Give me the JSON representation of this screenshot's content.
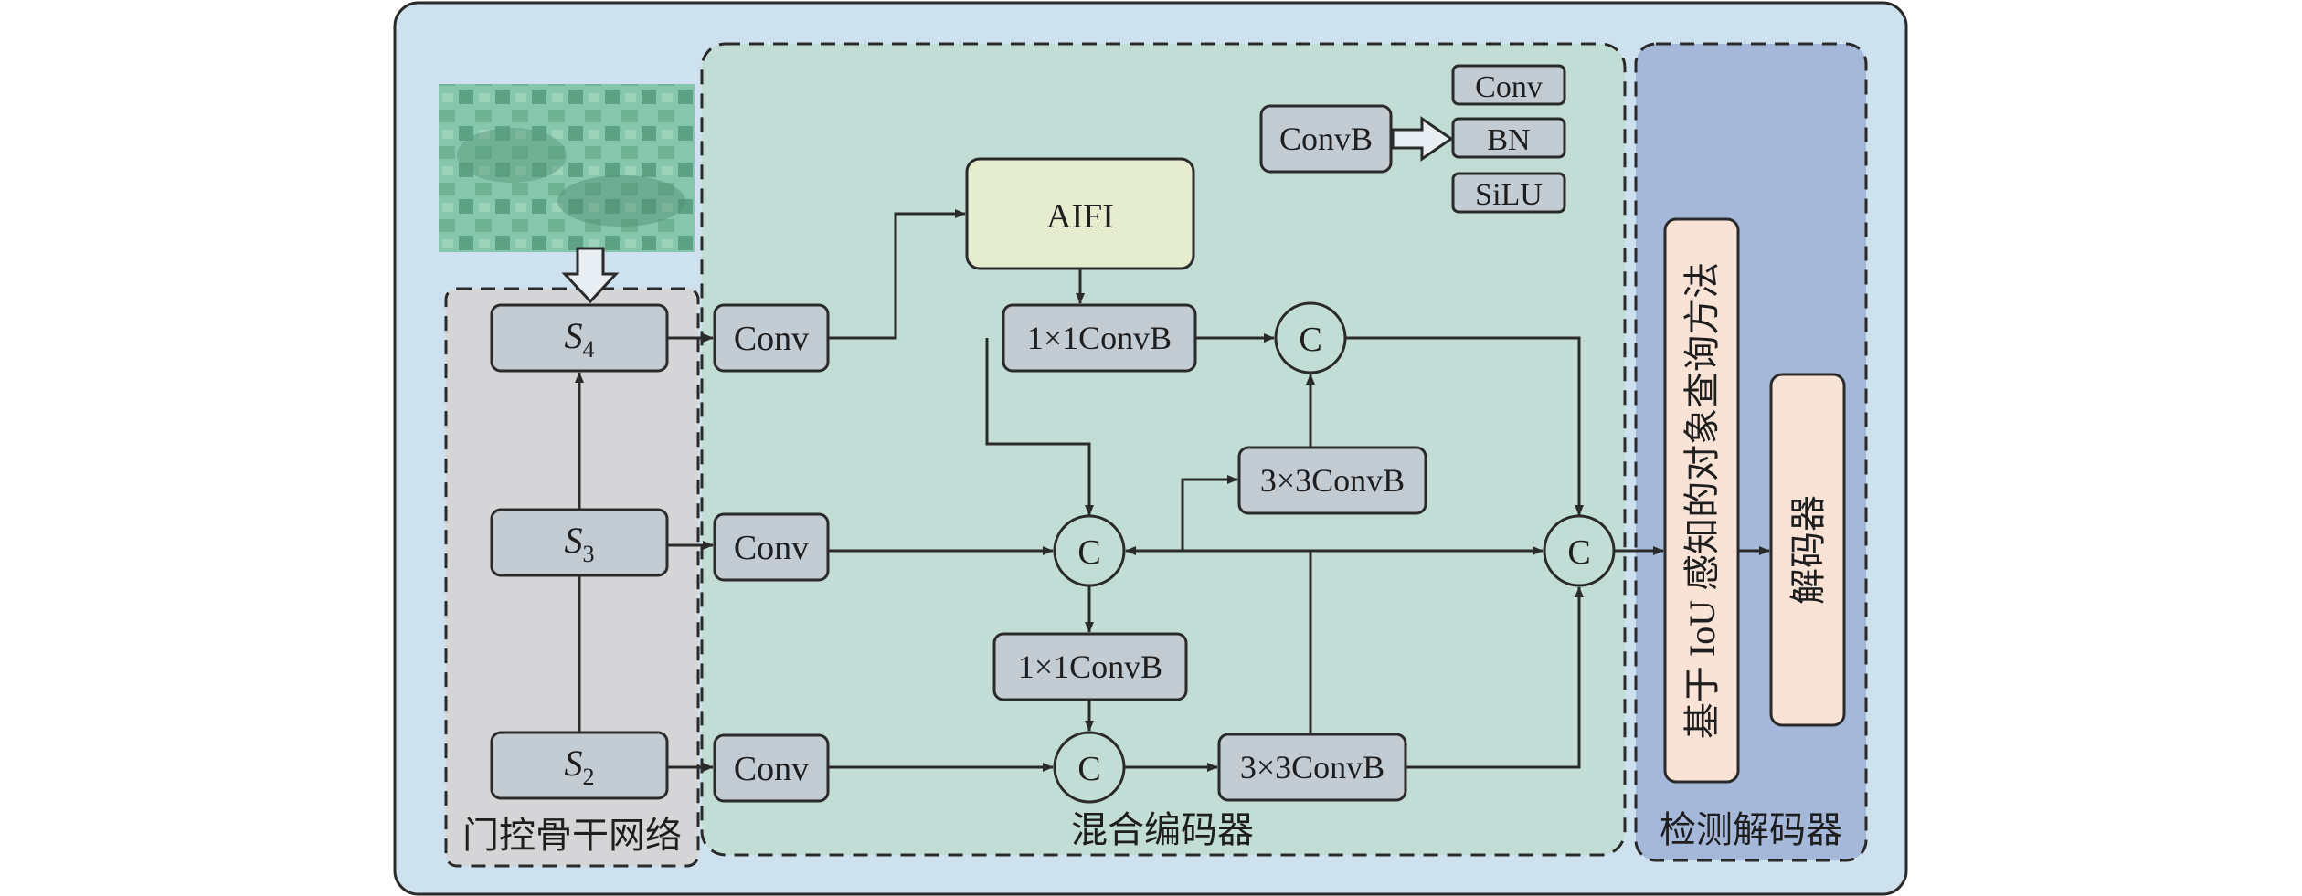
{
  "backbone": {
    "title": "门控骨干网络",
    "stages": [
      {
        "base": "S",
        "sub": "4"
      },
      {
        "base": "S",
        "sub": "3"
      },
      {
        "base": "S",
        "sub": "2"
      }
    ]
  },
  "encoder": {
    "title": "混合编码器",
    "conv_label": "Conv",
    "aifi_label": "AIFI",
    "conv1x1_label": "1×1ConvB",
    "conv3x3_label": "3×3ConvB",
    "concat_label": "C",
    "legend": {
      "convb_label": "ConvB",
      "parts": [
        "Conv",
        "BN",
        "SiLU"
      ]
    }
  },
  "decoder": {
    "title": "检测解码器",
    "query_label": "基于 IoU 感知的对象查询方法",
    "decoder_label": "解码器"
  },
  "colors": {
    "outer_bg": "#cde1ee",
    "backbone_bg": "#d5d5d8",
    "encoder_bg": "#c2ddd6",
    "decoder_bg": "#a5b8da",
    "box": "#c3cbd3",
    "aifi": "#e6ecce",
    "query_box": "#f9e2d6"
  }
}
